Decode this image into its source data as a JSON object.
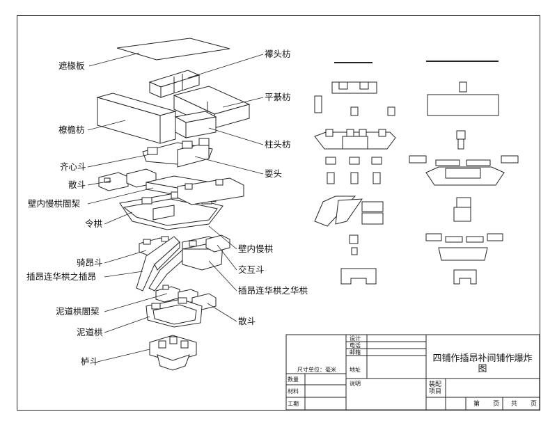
{
  "labels": {
    "zheyanban": "遮椽板",
    "liaotoufang": "襻头枋",
    "pingqifang": "平綦枋",
    "liaoyanfang": "橑檐枋",
    "zhutoufang": "柱头枋",
    "qixindou": "齐心斗",
    "shuatou": "耍头",
    "sandou_top": "散斗",
    "bineimangonggechuang": "壁内慢栱闇栔",
    "linggong": "令栱",
    "bineimangong": "壁内慢栱",
    "qiangdou": "骑昂斗",
    "jiaohudou": "交互斗",
    "chaangliangonghang": "插昂连华栱之插昂",
    "chaangliangonghuagong": "插昂连华栱之华栱",
    "nidaogonggechuang": "泥道栱闇栔",
    "sandou_bottom": "散斗",
    "nidaogong": "泥道栱",
    "ludou": "栌斗"
  },
  "title_block": {
    "design": "设计",
    "phone": "电话",
    "email": "邮箱",
    "address": "地址",
    "unit": "尺寸单位：毫米",
    "quantity": "数量",
    "material": "材料",
    "work_period": "工期",
    "notes": "说明",
    "title": "四铺作插昂补间铺作爆炸图",
    "assembly_item": "装配项目",
    "page_di": "第",
    "page_ye1": "页",
    "page_gong": "共",
    "page_ye2": "页"
  }
}
